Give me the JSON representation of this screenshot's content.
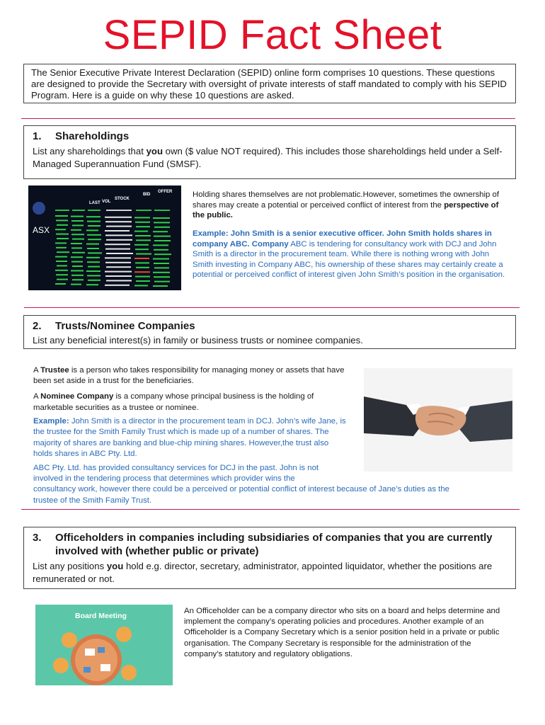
{
  "title": "SEPID Fact Sheet",
  "intro": "The Senior Executive Private Interest Declaration (SEPID) online form comprises 10 questions. These questions are designed to provide the Secretary with oversight of private interests of staff mandated to comply with his SEPID Program. Here is a guide on why these 10 questions are asked.",
  "section1": {
    "number": "1.",
    "heading": "Shareholdings",
    "body_pre": "List any shareholdings that ",
    "body_bold": "you",
    "body_post": " own ($ value NOT required). This includes those shareholdings held under a Self-Managed Superannuation Fund (SMSF).",
    "para1_pre": "Holding shares themselves are not problematic.However, sometimes the ownership of shares may create a potential or perceived conflict of interest from the ",
    "para1_bold": "perspective of the public.",
    "example_bold": "Example: John Smith is a senior executive officer. John Smith holds shares in company ABC. Company",
    "example_rest": " ABC is tendering for consultancy work with DCJ and John Smith is a director in the procurement team. While there is nothing wrong with John Smith investing in Company ABC, his ownership of these shares may certainly create a potential or perceived conflict of interest given John Smith’s position in the organisation.",
    "image_headers": [
      "BID",
      "OFFER",
      "STOCK",
      "LAST",
      "VOL"
    ],
    "image_label": "ASX"
  },
  "section2": {
    "number": "2.",
    "heading": "Trusts/Nominee Companies",
    "body": "List any beneficial interest(s) in family or business trusts or nominee companies.",
    "trustee_pre": "A ",
    "trustee_bold": "Trustee",
    "trustee_post": " is a person who takes responsibility for managing money or assets that have been set aside in a trust for the beneficiaries.",
    "nominee_pre": "A ",
    "nominee_bold": "Nominee Company",
    "nominee_post": " is a company whose principal business is the holding of marketable securities as a trustee or nominee.",
    "example_bold": "Example:",
    "example_rest": " John Smith is a director in the procurement team in DCJ. John’s wife Jane, is the trustee for the Smith Family Trust which is made up of a number of shares. The majority of shares are banking and blue-chip mining shares. However,the trust also holds shares in ABC Pty. Ltd.",
    "para2a": "ABC Pty. Ltd. has provided consultancy services for DCJ in the past. John is not involved in the tendering process that determines which provider wins the",
    "para2b": "consultancy work, however there could be a perceived or potential conflict of interest because of Jane’s duties as the",
    "para2c": "trustee of the Smith Family Trust."
  },
  "section3": {
    "number": "3.",
    "heading": "Officeholders in companies including subsidiaries of companies that you are currently involved with (whether public or private)",
    "body_pre": "List any positions ",
    "body_bold": "you",
    "body_post": " hold e.g. director, secretary, administrator, appointed liquidator, whether the positions are remunerated or not.",
    "para": "An Officeholder can be a company director who sits on a board and helps determine and implement the company’s operating policies and procedures. Another example of an Officeholder is a Company Secretary which is a senior position held in a private or public organisation. The Company Secretary is responsible for the administration of the company’s statutory and regulatory obligations.",
    "image_label": "Board Meeting"
  },
  "colors": {
    "title": "#e3122a",
    "rule": "#c8185a",
    "example": "#2b6cb8"
  }
}
